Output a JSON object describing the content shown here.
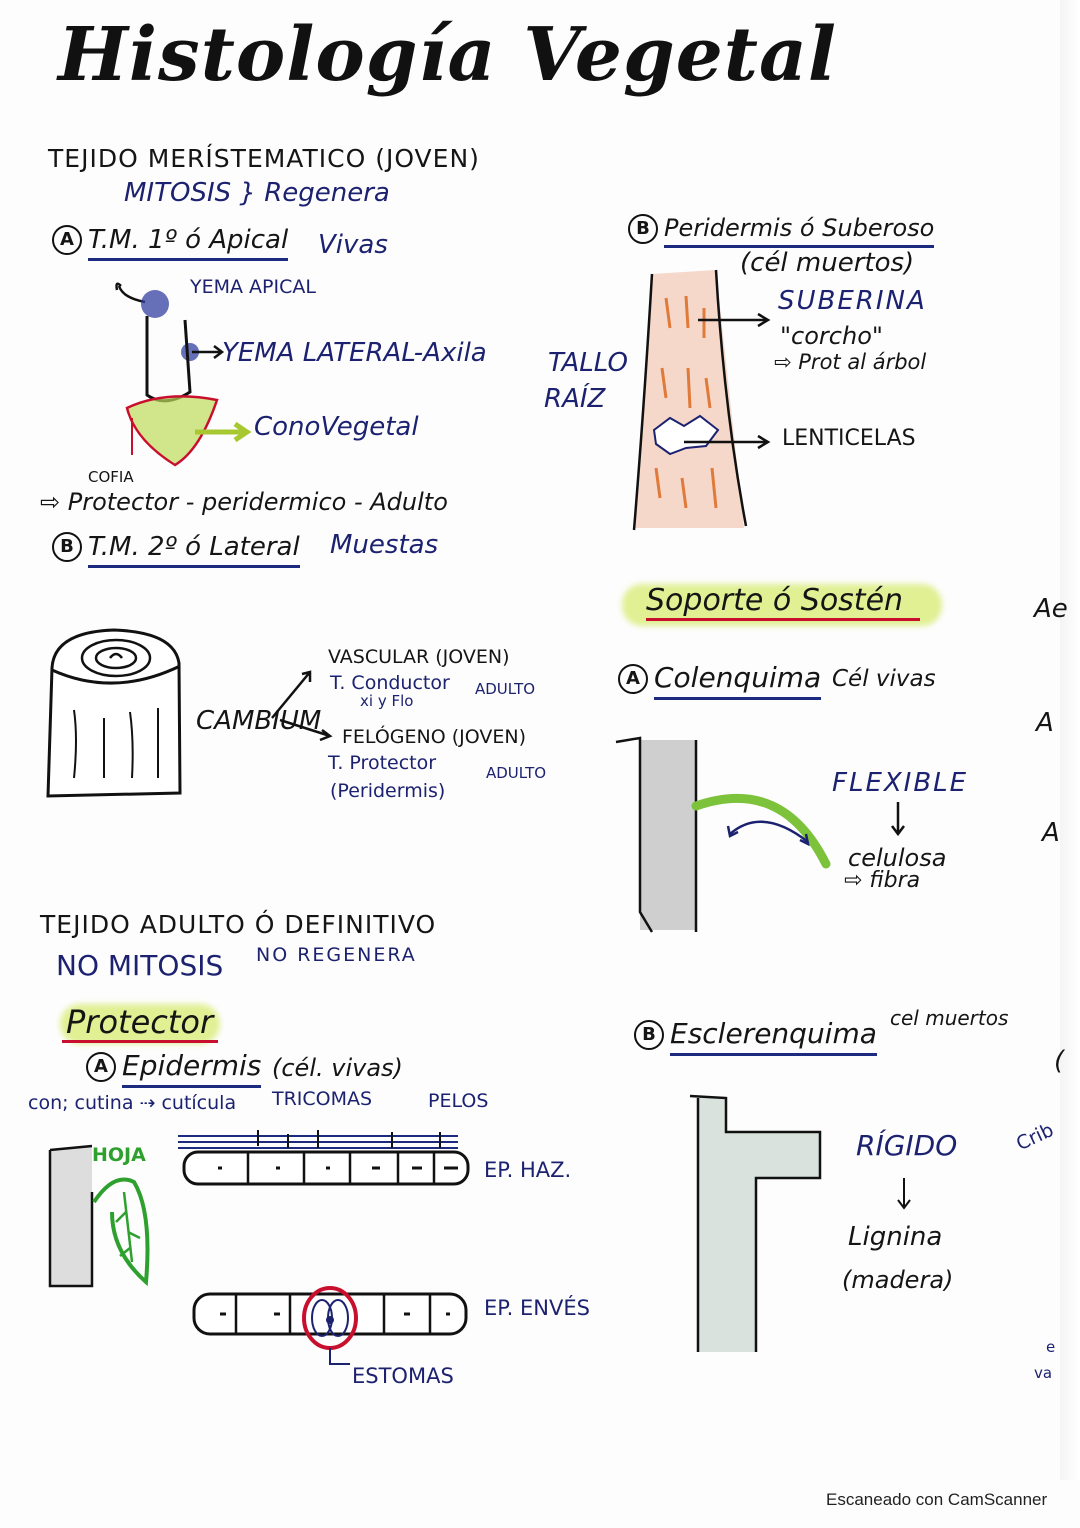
{
  "title": "Histología Vegetal",
  "meristematic": {
    "heading": "TEJIDO MERÍSTEMATICO (JOVEN)",
    "subtitle": "MITOSIS } Regenera",
    "apical": {
      "badge": "A",
      "label": "T.M. 1º ó Apical",
      "note": "Vivas",
      "yema_apical": "YEMA APICAL",
      "yema_lateral": "YEMA LATERAL-Axila",
      "cono": "ConoVegetal",
      "cofia": "COFIA",
      "cofia_note": "⇨ Protector - peridermico - Adulto"
    },
    "lateral": {
      "badge": "B",
      "label": "T.M. 2º ó Lateral",
      "note": "Muestas",
      "cambium": "CAMBIUM",
      "vascular": "VASCULAR (JOVEN)",
      "conductor": "T. Conductor",
      "xi_flo": "xi y Flo",
      "adulto1": "ADULTO",
      "felogeno": "FELÓGENO (JOVEN)",
      "protector": "T. Protector",
      "peridermis": "(Peridermis)",
      "adulto2": "ADULTO"
    }
  },
  "peridermis": {
    "badge": "B",
    "label": "Peridermis ó Suberoso",
    "note": "(cél muertos)",
    "suberina": "SUBERINA",
    "corcho": "\"corcho\"",
    "prot": "⇨ Prot al árbol",
    "tallo": "TALLO",
    "raiz": "RAÍZ",
    "lenticelas": "LENTICELAS"
  },
  "soporte": {
    "heading": "Soporte ó Sostén",
    "colenquima": {
      "badge": "A",
      "label": "Colenquima",
      "note": "Cél vivas",
      "flexible": "FLEXIBLE",
      "celulosa": "celulosa",
      "fibra": "⇨ fibra"
    },
    "esclerenquima": {
      "badge": "B",
      "label": "Esclerenquima",
      "note": "cel muertos",
      "rigido": "RÍGIDO",
      "lignina": "Lignina",
      "madera": "(madera)"
    }
  },
  "adulto": {
    "heading": "TEJIDO ADULTO Ó DEFINITIVO",
    "no_mitosis": "NO MITOSIS",
    "no_regenera": "NO REGENERA",
    "protector": "Protector",
    "epidermis": {
      "badge": "A",
      "label": "Epidermis",
      "note": "(cél. vivas)",
      "cutina": "con; cutina ⇢ cutícula",
      "tricomas": "TRICOMAS",
      "pelos": "PELOS",
      "hoja": "HOJA",
      "haz": "EP. HAZ.",
      "enves": "EP. ENVÉS",
      "estomas": "ESTOMAS"
    }
  },
  "cutoff_right": [
    "Ae",
    "A",
    "A",
    "(",
    "Crib",
    "e",
    "va"
  ],
  "footer": "Escaneado con CamScanner"
}
